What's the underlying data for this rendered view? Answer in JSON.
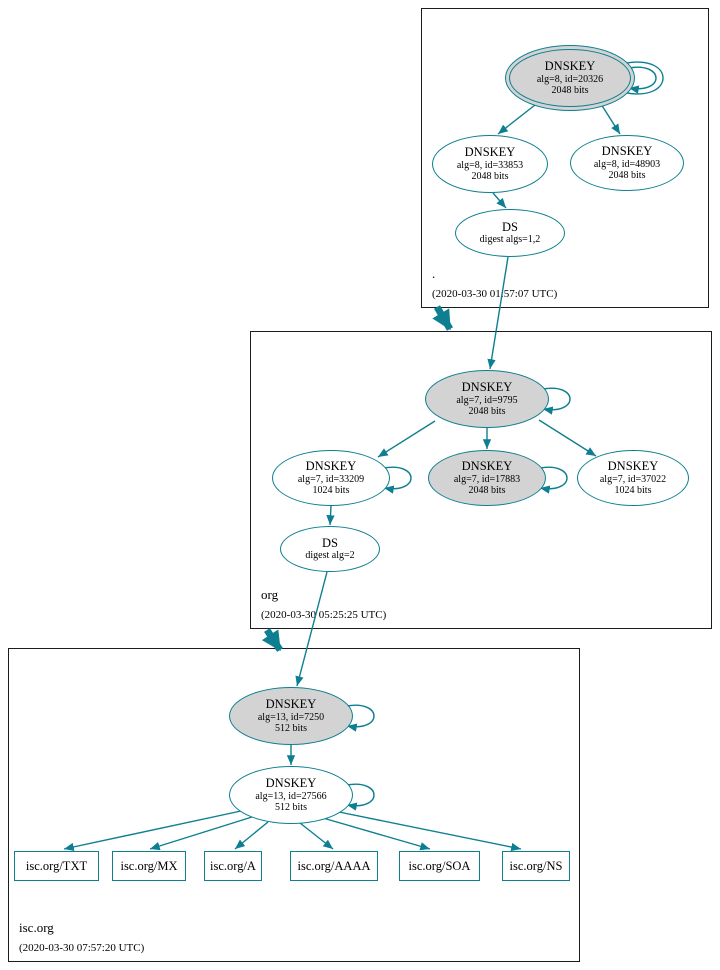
{
  "colors": {
    "teal": "#0d7f91",
    "gray_fill": "#d3d3d3"
  },
  "zones": [
    {
      "name": ".",
      "timestamp": "(2020-03-30 01:57:07 UTC)",
      "nodes": {
        "ksk": {
          "title": "DNSKEY",
          "detail": "alg=8, id=20326",
          "bits": "2048 bits"
        },
        "zsk1": {
          "title": "DNSKEY",
          "detail": "alg=8, id=33853",
          "bits": "2048 bits"
        },
        "zsk2": {
          "title": "DNSKEY",
          "detail": "alg=8, id=48903",
          "bits": "2048 bits"
        },
        "ds": {
          "title": "DS",
          "detail": "digest algs=1,2"
        }
      }
    },
    {
      "name": "org",
      "timestamp": "(2020-03-30 05:25:25 UTC)",
      "nodes": {
        "ksk": {
          "title": "DNSKEY",
          "detail": "alg=7, id=9795",
          "bits": "2048 bits"
        },
        "zsk1": {
          "title": "DNSKEY",
          "detail": "alg=7, id=33209",
          "bits": "1024 bits"
        },
        "zsk2": {
          "title": "DNSKEY",
          "detail": "alg=7, id=17883",
          "bits": "2048 bits"
        },
        "zsk3": {
          "title": "DNSKEY",
          "detail": "alg=7, id=37022",
          "bits": "1024 bits"
        },
        "ds": {
          "title": "DS",
          "detail": "digest alg=2"
        }
      }
    },
    {
      "name": "isc.org",
      "timestamp": "(2020-03-30 07:57:20 UTC)",
      "nodes": {
        "ksk": {
          "title": "DNSKEY",
          "detail": "alg=13, id=7250",
          "bits": "512 bits"
        },
        "zsk": {
          "title": "DNSKEY",
          "detail": "alg=13, id=27566",
          "bits": "512 bits"
        }
      },
      "records": [
        "isc.org/TXT",
        "isc.org/MX",
        "isc.org/A",
        "isc.org/AAAA",
        "isc.org/SOA",
        "isc.org/NS"
      ]
    }
  ]
}
